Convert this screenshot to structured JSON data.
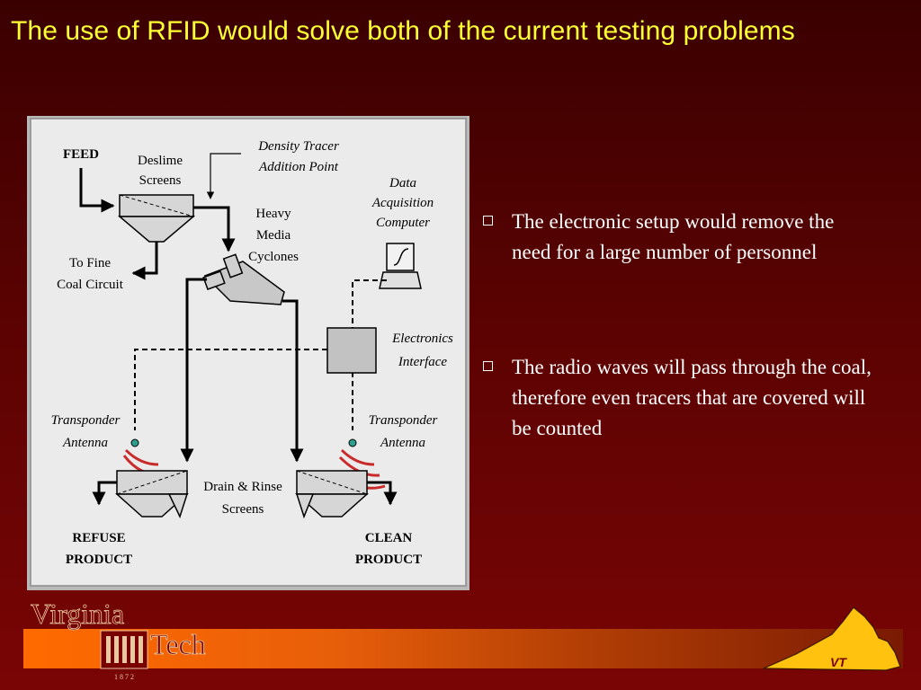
{
  "slide": {
    "title": "The use of RFID would solve both of the current testing problems"
  },
  "diagram": {
    "labels": {
      "feed": "FEED",
      "deslime_1": "Deslime",
      "deslime_2": "Screens",
      "density_1": "Density Tracer",
      "density_2": "Addition Point",
      "data_1": "Data",
      "data_2": "Acquisition",
      "data_3": "Computer",
      "heavy_1": "Heavy",
      "heavy_2": "Media",
      "heavy_3": "Cyclones",
      "fine_1": "To Fine",
      "fine_2": "Coal Circuit",
      "elec_1": "Electronics",
      "elec_2": "Interface",
      "trans_left_1": "Transponder",
      "trans_left_2": "Antenna",
      "trans_right_1": "Transponder",
      "trans_right_2": "Antenna",
      "drain_1": "Drain & Rinse",
      "drain_2": "Screens",
      "refuse_1": "REFUSE",
      "refuse_2": "PRODUCT",
      "clean_1": "CLEAN",
      "clean_2": "PRODUCT"
    }
  },
  "bullets": [
    "The electronic setup would remove the need for a large number of personnel",
    "The radio waves will pass through the coal, therefore even tracers that are covered will be counted"
  ],
  "footer": {
    "logo_word_1": "Virginia",
    "logo_word_2": "Tech",
    "logo_year": "1 8 7 2",
    "map_label": "VT",
    "colors": {
      "title": "#ffff33",
      "bar_start": "#ff6a00",
      "bar_end": "#7a1a03",
      "map_fill": "#ffc20e"
    }
  }
}
